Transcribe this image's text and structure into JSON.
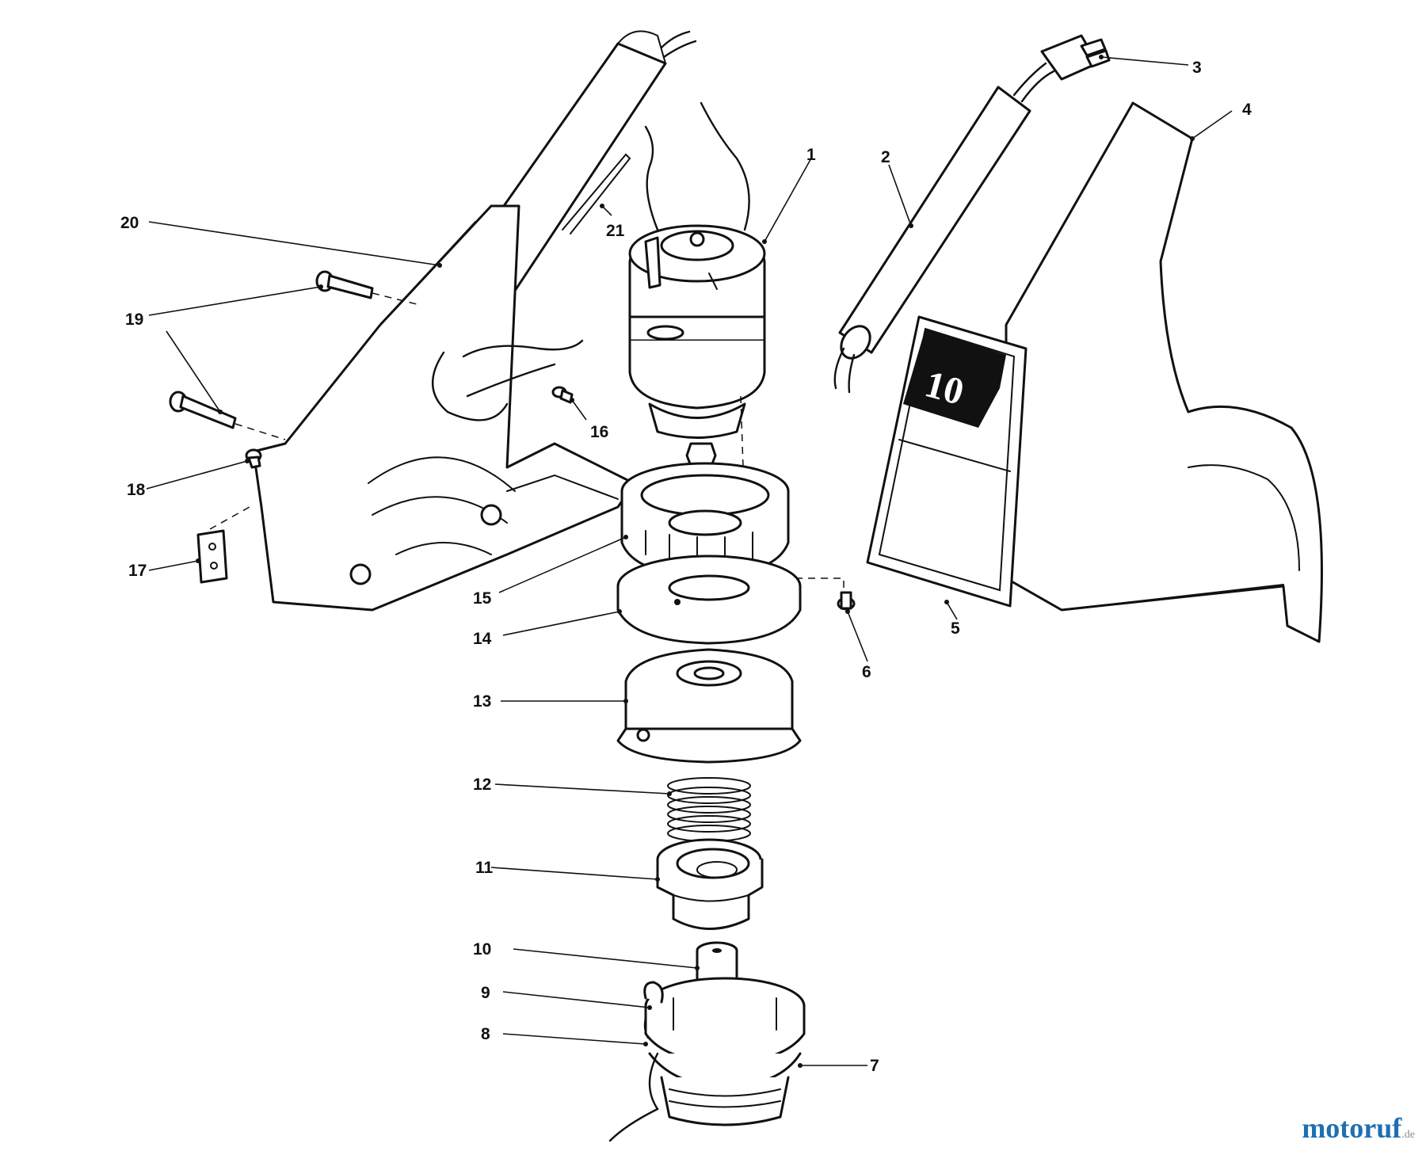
{
  "diagram": {
    "parts": [
      {
        "id": "1",
        "label": "1"
      },
      {
        "id": "2",
        "label": "2"
      },
      {
        "id": "3",
        "label": "3"
      },
      {
        "id": "4",
        "label": "4"
      },
      {
        "id": "5",
        "label": "5"
      },
      {
        "id": "6",
        "label": "6"
      },
      {
        "id": "7",
        "label": "7"
      },
      {
        "id": "8",
        "label": "8"
      },
      {
        "id": "9",
        "label": "9"
      },
      {
        "id": "10",
        "label": "10"
      },
      {
        "id": "11",
        "label": "11"
      },
      {
        "id": "12",
        "label": "12"
      },
      {
        "id": "13",
        "label": "13"
      },
      {
        "id": "14",
        "label": "14"
      },
      {
        "id": "15",
        "label": "15"
      },
      {
        "id": "16",
        "label": "16"
      },
      {
        "id": "17",
        "label": "17"
      },
      {
        "id": "18",
        "label": "18"
      },
      {
        "id": "19",
        "label": "19"
      },
      {
        "id": "20",
        "label": "20"
      },
      {
        "id": "21",
        "label": "21"
      }
    ],
    "decal_text": "10"
  },
  "watermark": {
    "text": "motoruf",
    "tld": ".de",
    "color_main": "#1f6fb3",
    "color_tld": "#8a8a8a"
  }
}
